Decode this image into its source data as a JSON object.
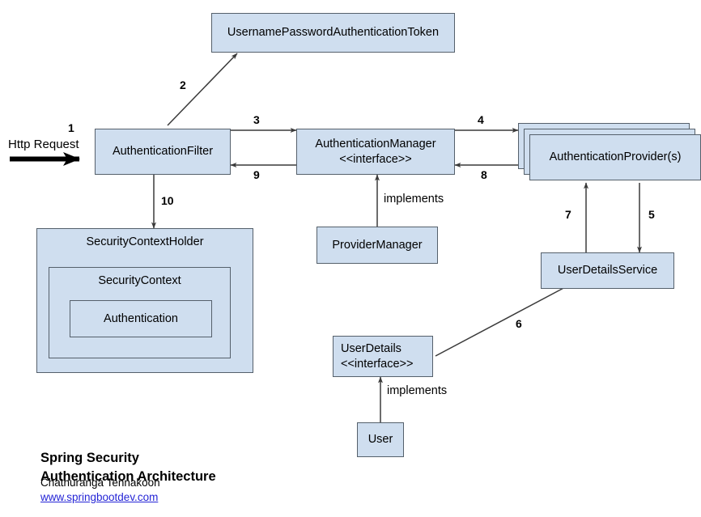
{
  "diagram": {
    "title_lines": "Spring Security\nAuthentication Architecture",
    "author": "Chathuranga Tennakoon",
    "link": "www.springbootdev.com",
    "colors": {
      "node_fill": "#cfdeef",
      "node_border": "#55606b",
      "line": "#3a3a3a",
      "link_text": "#2424d6",
      "text": "#000000",
      "background": "#ffffff"
    },
    "nodes": [
      {
        "id": "token",
        "label": "UsernamePasswordAuthenticationToken"
      },
      {
        "id": "auth_filter",
        "label": "AuthenticationFilter"
      },
      {
        "id": "auth_manager",
        "label": "AuthenticationManager\n<<interface>>"
      },
      {
        "id": "auth_provider",
        "label": "AuthenticationProvider(s)"
      },
      {
        "id": "provider_manager",
        "label": "ProviderManager"
      },
      {
        "id": "user_details_service",
        "label": "UserDetailsService"
      },
      {
        "id": "security_context_holder",
        "label": "SecurityContextHolder"
      },
      {
        "id": "security_context",
        "label": "SecurityContext"
      },
      {
        "id": "authentication",
        "label": "Authentication"
      },
      {
        "id": "user_details",
        "label": "UserDetails\n<<interface>>"
      },
      {
        "id": "user",
        "label": "User"
      }
    ],
    "edges": [
      {
        "id": "e1",
        "label": "1",
        "from": "http-request",
        "to": "auth_filter"
      },
      {
        "id": "e2",
        "label": "2",
        "from": "auth_filter",
        "to": "token"
      },
      {
        "id": "e3",
        "label": "3",
        "from": "auth_filter",
        "to": "auth_manager"
      },
      {
        "id": "e4",
        "label": "4",
        "from": "auth_manager",
        "to": "auth_provider"
      },
      {
        "id": "e5",
        "label": "5",
        "from": "auth_provider",
        "to": "user_details_service"
      },
      {
        "id": "e6",
        "label": "6",
        "from": "user_details_service",
        "to": "user_details"
      },
      {
        "id": "e7",
        "label": "7",
        "from": "user_details_service",
        "to": "auth_provider"
      },
      {
        "id": "e8",
        "label": "8",
        "from": "auth_provider",
        "to": "auth_manager"
      },
      {
        "id": "e9",
        "label": "9",
        "from": "auth_manager",
        "to": "auth_filter"
      },
      {
        "id": "e10",
        "label": "10",
        "from": "auth_filter",
        "to": "security_context_holder"
      }
    ],
    "annotations": [
      {
        "id": "http_request",
        "label": "Http Request"
      },
      {
        "id": "implements_provider_manager",
        "label": "implements"
      },
      {
        "id": "implements_user",
        "label": "implements"
      }
    ]
  }
}
